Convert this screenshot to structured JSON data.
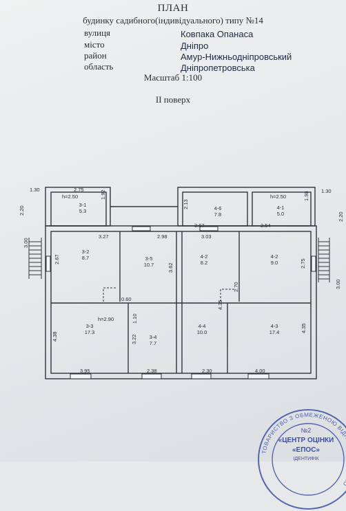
{
  "header": {
    "title": "ПЛАН",
    "subtitle": "будинку садибного(індивідуального) типу №14",
    "fields": [
      {
        "label": "вулиця",
        "value": "Ковпака Опанаса"
      },
      {
        "label": "місто",
        "value": "Дніпро"
      },
      {
        "label": "район",
        "value": "Амур-Нижньодніпровський"
      },
      {
        "label": "область",
        "value": "Дніпропетровська"
      }
    ],
    "scale": "Масштаб 1:100",
    "floor": "II поверх"
  },
  "plan": {
    "dimensions": {
      "d1_30_left": "1.30",
      "d2_75": "2.75",
      "d1_92": "1.92",
      "d2_20_left": "2.20",
      "d2_13": "2.13",
      "d1_98": "1.98",
      "d1_30_right": "1.30",
      "d2_20_right": "2.20",
      "d3_27": "3.27",
      "d2_98": "2.98",
      "d3_67": "3.67",
      "d2_54": "2.54",
      "d3_03": "3.03",
      "d2_67": "2.67",
      "d3_62": "3.62",
      "d2_70": "2.70",
      "d2_75_b": "2.75",
      "d0_60": "0.60",
      "d1_10": "1.10",
      "d4_35_a": "4.35",
      "d4_38": "4.38",
      "d3_22": "3.22",
      "d4_35_b": "4.35",
      "d3_95": "3.95",
      "d2_38": "2.38",
      "d2_30": "2.30",
      "d4_00": "4.00",
      "d3_00_left": "3.00",
      "d3_00_right": "3.00"
    },
    "heights": {
      "h_left": "h=2.50",
      "h_right": "h=2.50",
      "h_mid": "h=2.90"
    },
    "rooms": [
      {
        "id": "3-1",
        "area": "5.3"
      },
      {
        "id": "4-6",
        "area": "7.8"
      },
      {
        "id": "4-1",
        "area": "5.0"
      },
      {
        "id": "3-2",
        "area": "8.7"
      },
      {
        "id": "3-5",
        "area": "10.7"
      },
      {
        "id": "4-2",
        "area": "8.2"
      },
      {
        "id": "4-2",
        "area": "9.0"
      },
      {
        "id": "3-3",
        "area": "17.3"
      },
      {
        "id": "3-4",
        "area": "7.7"
      },
      {
        "id": "4-4",
        "area": "10.0"
      },
      {
        "id": "4-3",
        "area": "17.4"
      }
    ]
  },
  "stamp": {
    "ring_text": "ТОВАРИСТВО З ОБМЕЖЕНОЮ ВІДПОВІДАЛЬНІСТЮ",
    "number": "№2",
    "line1": "«ЦЕНТР ОЦІНКИ",
    "line2": "«ЕПОС»",
    "line3": "ІДЕНТИФІК"
  }
}
